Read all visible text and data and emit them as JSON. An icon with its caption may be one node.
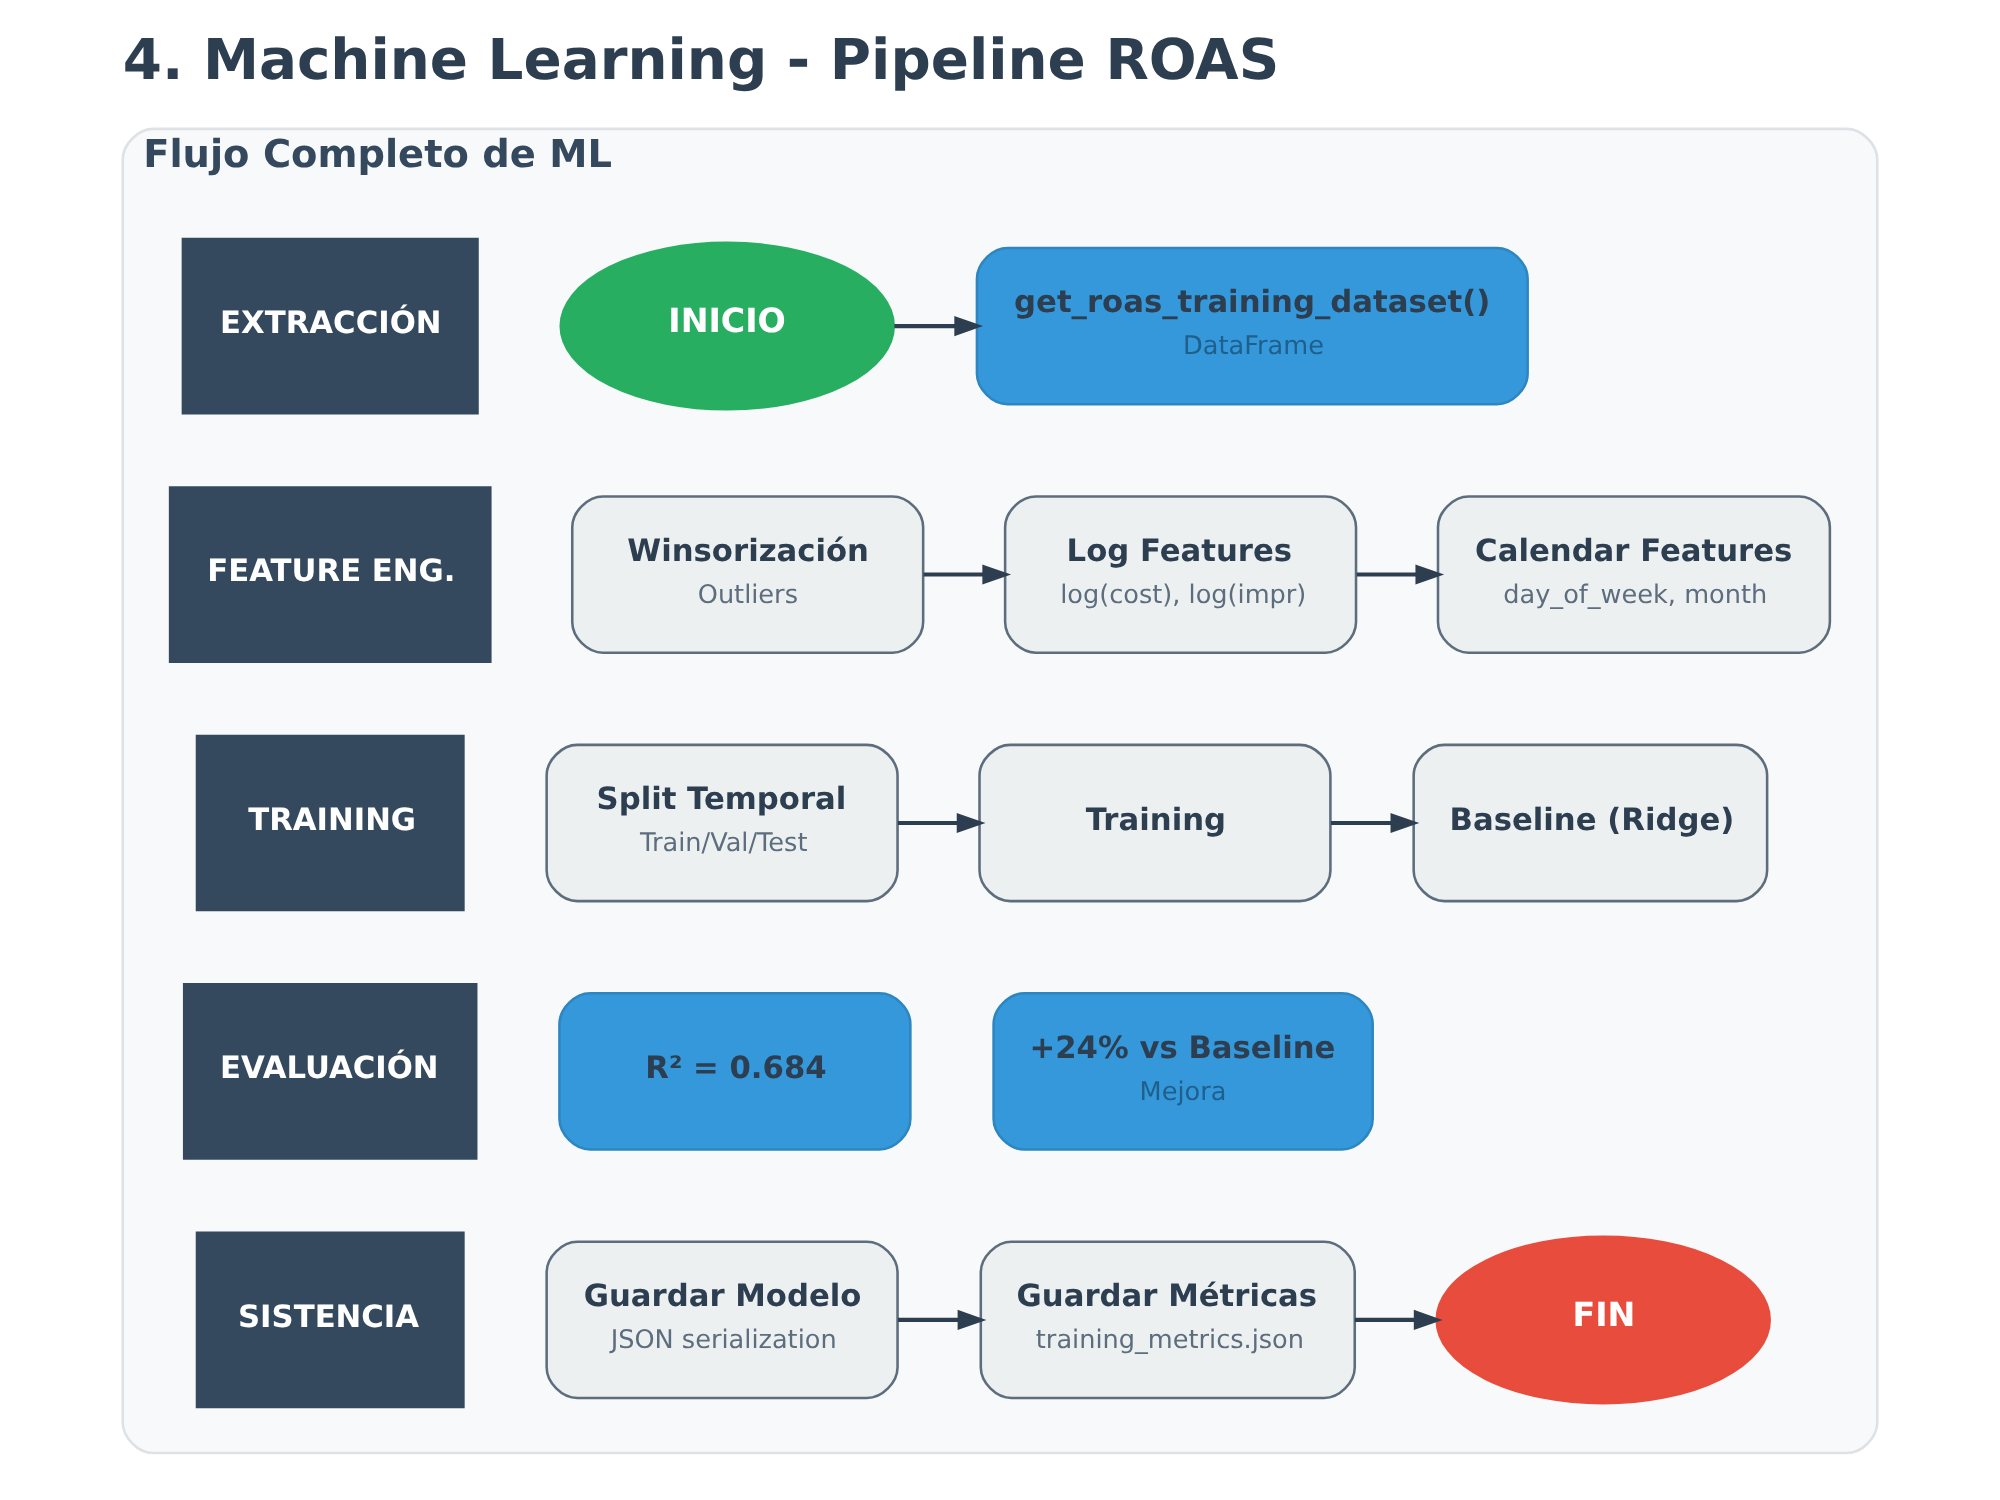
{
  "diagram": {
    "title": "4. Machine Learning - Pipeline ROAS",
    "nodes": [
      {
        "text": [
          "Flujo Completo de ML"
        ]
      },
      {
        "text": [
          "EXTRACCIÓN"
        ],
        "in": 0
      },
      {
        "text": [
          "INICIO"
        ],
        "in": 0
      },
      {
        "text": [
          "get_roas_training_dataset()",
          "DataFrame"
        ],
        "in": 0
      },
      {
        "text": [
          "FEATURE ENG."
        ],
        "in": 0
      },
      {
        "text": [
          "Winsorización",
          "Outliers"
        ],
        "in": 0
      },
      {
        "text": [
          "Log Features",
          "log(cost), log(impr)"
        ],
        "in": 0
      },
      {
        "text": [
          "Calendar Features",
          "day_of_week, month"
        ],
        "in": 0
      },
      {
        "text": [
          "TRAINING"
        ],
        "in": 0
      },
      {
        "text": [
          "Split Temporal",
          "Train/Val/Test"
        ],
        "in": 0
      },
      {
        "text": [
          "Training"
        ],
        "in": 0
      },
      {
        "text": [
          "Baseline (Ridge)"
        ],
        "in": 0
      },
      {
        "text": [
          "EVALUACIÓN"
        ],
        "in": 0
      },
      {
        "text": [
          "R² = 0.684"
        ],
        "in": 0
      },
      {
        "text": [
          "+24% vs Baseline",
          "Mejora"
        ],
        "in": 0
      },
      {
        "text": [
          "SISTENCIA"
        ],
        "in": 0
      },
      {
        "text": [
          "Guardar Modelo",
          "JSON serialization"
        ],
        "in": 0
      },
      {
        "text": [
          "Guardar Métricas",
          "training_metrics.json"
        ],
        "in": 0
      },
      {
        "text": [
          "FIN"
        ],
        "in": 0
      }
    ],
    "edges": [
      {
        "from": 2,
        "to": 3,
        "arrow": "to"
      },
      {
        "from": 5,
        "to": 6,
        "arrow": "to"
      },
      {
        "from": 6,
        "to": 7,
        "arrow": "to"
      },
      {
        "from": 9,
        "to": 10,
        "arrow": "to"
      },
      {
        "from": 10,
        "to": 11,
        "arrow": "to"
      },
      {
        "from": 16,
        "to": 17,
        "arrow": "to"
      },
      {
        "from": 17,
        "to": 18,
        "arrow": "to"
      }
    ]
  }
}
